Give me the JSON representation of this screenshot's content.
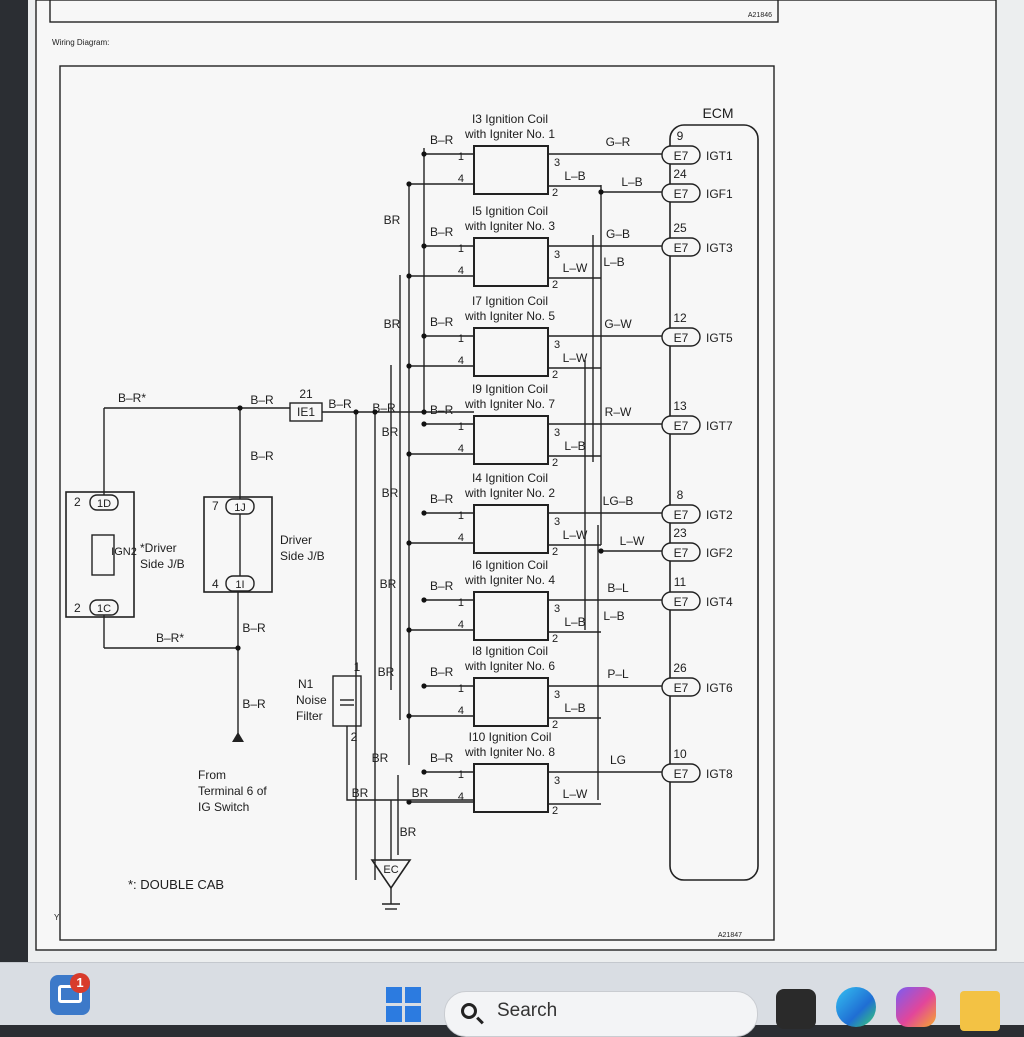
{
  "document": {
    "top_ref": "A21846",
    "caption": "Wiring Diagram:",
    "bottom_ref": "A21847",
    "corner_mark": "Y",
    "ecm_label": "ECM",
    "footnote": "*: DOUBLE CAB",
    "ground_label": "EC",
    "noise_filter": {
      "id": "N1",
      "line1": "Noise",
      "line2": "Filter",
      "pin_top": "1",
      "pin_bottom": "2"
    },
    "junction_connector": {
      "label": "IE1",
      "pin": "21"
    },
    "jb_left": {
      "label_line1": "*Driver",
      "label_line2": "Side J/B",
      "fuse": "IGN2",
      "top_pin": "2",
      "top_conn": "1D",
      "bottom_pin": "2",
      "bottom_conn": "1C"
    },
    "jb_right": {
      "label_line1": "Driver",
      "label_line2": "Side J/B",
      "top_pin": "7",
      "top_conn": "1J",
      "bottom_pin": "4",
      "bottom_conn": "1I"
    },
    "source": {
      "line1": "From",
      "line2": "Terminal 6 of",
      "line3": "IG Switch"
    },
    "wires": {
      "br_star": "B–R*",
      "br": "B–R",
      "brown": "BR"
    },
    "coils": [
      {
        "name1": "I3 Ignition Coil",
        "name2": "with Igniter No. 1",
        "out_wire": "G–R",
        "pin_num": "9",
        "conn": "E7",
        "signal": "IGT1",
        "feedback_wire": "L–B",
        "feedback_wire2": "L–B",
        "fb_pin": "24",
        "fb_signal": "IGF1"
      },
      {
        "name1": "I5 Ignition Coil",
        "name2": "with Igniter No. 3",
        "out_wire": "G–B",
        "pin_num": "25",
        "conn": "E7",
        "signal": "IGT3",
        "feedback_wire": "L–W",
        "trunk_wire": "L–B"
      },
      {
        "name1": "I7 Ignition Coil",
        "name2": "with Igniter No. 5",
        "out_wire": "G–W",
        "pin_num": "12",
        "conn": "E7",
        "signal": "IGT5",
        "feedback_wire": "L–W"
      },
      {
        "name1": "I9 Ignition Coil",
        "name2": "with Igniter No. 7",
        "out_wire": "R–W",
        "pin_num": "13",
        "conn": "E7",
        "signal": "IGT7",
        "feedback_wire": "L–B"
      },
      {
        "name1": "I4 Ignition Coil",
        "name2": "with Igniter No. 2",
        "out_wire": "LG–B",
        "pin_num": "8",
        "conn": "E7",
        "signal": "IGT2",
        "feedback_wire": "L–W",
        "feedback_wire2": "L–W",
        "fb_pin": "23",
        "fb_signal": "IGF2"
      },
      {
        "name1": "I6 Ignition Coil",
        "name2": "with Igniter No. 4",
        "out_wire": "B–L",
        "pin_num": "11",
        "conn": "E7",
        "signal": "IGT4",
        "feedback_wire": "L–B",
        "trunk_wire": "L–B"
      },
      {
        "name1": "I8 Ignition Coil",
        "name2": "with Igniter No. 6",
        "out_wire": "P–L",
        "pin_num": "26",
        "conn": "E7",
        "signal": "IGT6",
        "feedback_wire": "L–B"
      },
      {
        "name1": "I10 Ignition Coil",
        "name2": "with Igniter No. 8",
        "out_wire": "LG",
        "pin_num": "10",
        "conn": "E7",
        "signal": "IGT8",
        "feedback_wire": "L–W"
      }
    ],
    "pins": {
      "p1": "1",
      "p2": "2",
      "p3": "3",
      "p4": "4"
    }
  },
  "taskbar": {
    "search_placeholder": "Search",
    "notification_count": "1"
  }
}
